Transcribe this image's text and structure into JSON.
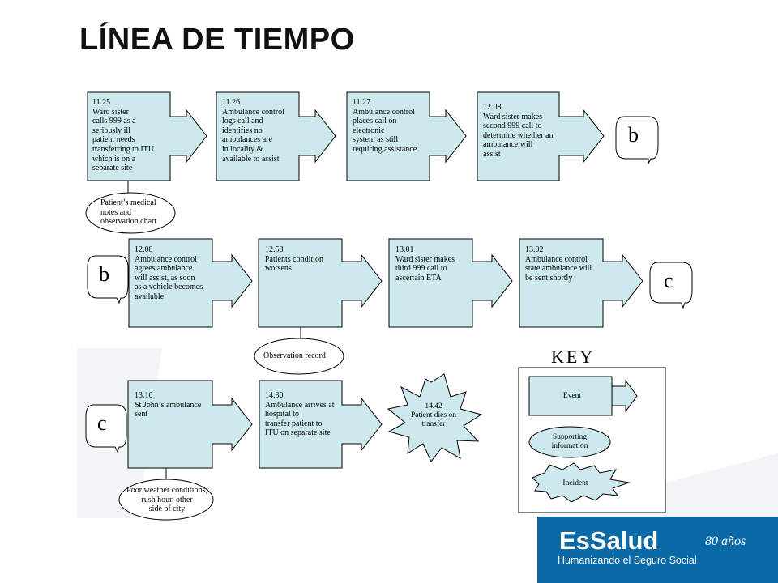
{
  "title": "LÍNEA DE TIEMPO",
  "colors": {
    "event_fill": "#cde9ee",
    "stroke": "#000000",
    "footer_blue": "#0a6aa8"
  },
  "row1": {
    "events": [
      "11.25\nWard sister\ncalls 999 as a\nseriously ill\npatient needs\ntransferring to ITU\nwhich is on a\nseparate site",
      "11.26\nAmbulance control\nlogs call and\nidentifies no\nambulances are\nin locality &\navailable to assist",
      "11.27\nAmbulance control\nplaces call on\nelectronic\nsystem as still\nrequiring assistance",
      "12.08\nWard sister makes\nsecond 999 call to\ndetermine whether an\nambulance will\nassist"
    ],
    "info": "Patient’s medical\nnotes and\nobservation chart",
    "connector_end": "b"
  },
  "row2": {
    "connector_start": "b",
    "events": [
      "12.08\nAmbulance control\nagrees ambulance\nwill assist, as soon\nas a vehicle becomes\navailable",
      "12.58\nPatients condition\nworsens",
      "13.01\nWard sister makes\nthird 999 call to\nascertain ETA",
      "13.02\nAmbulance control\nstate ambulance will\nbe sent shortly"
    ],
    "info": "Observation record",
    "connector_end": "c"
  },
  "row3": {
    "connector_start": "c",
    "events": [
      "13.10\nSt John’s ambulance\nsent",
      "14.30\nAmbulance arrives at\nhospital to\ntransfer patient to\nITU on separate site"
    ],
    "incident": "14.42\nPatient dies on\ntransfer",
    "info": "Poor weather conditions,\nrush hour, other\nside of city"
  },
  "key": {
    "title": "KEY",
    "event": "Event",
    "supporting": "Supporting\ninformation",
    "incident": "Incident"
  },
  "footer": {
    "brand": "EsSalud",
    "tagline": "Humanizando el Seguro Social",
    "anniversary": "80 años"
  }
}
